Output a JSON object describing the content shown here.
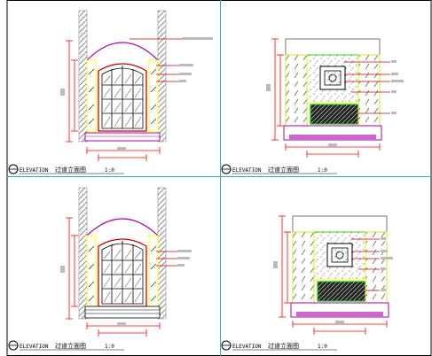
{
  "sheet": {
    "background": "#ffffff",
    "frame_color": "#000000",
    "panel_divider_color": "#33aaaa",
    "panels": [
      {
        "id": "window-elevation-1",
        "caption_prefix": "ELEVATION",
        "caption_title": "过道立面图",
        "caption_scale": "1:0"
      },
      {
        "id": "feature-wall-elevation-1",
        "caption_prefix": "ELEVATION",
        "caption_title": "过道立面图",
        "caption_scale": "1:0"
      },
      {
        "id": "window-elevation-2",
        "caption_prefix": "ELEVATION",
        "caption_title": "过道立面图",
        "caption_scale": "1:0"
      },
      {
        "id": "feature-wall-elevation-2",
        "caption_prefix": "ELEVATION",
        "caption_title": "过道立面图",
        "caption_scale": "1:0"
      }
    ]
  },
  "colors": {
    "dimension_lines": "#ff0000",
    "arch_and_floor": "#aa00aa",
    "wall_hatch": "#777777",
    "trim_yellow": "#ffff00",
    "green_frame": "#00cc00",
    "leader_lines": "#cc0000"
  }
}
